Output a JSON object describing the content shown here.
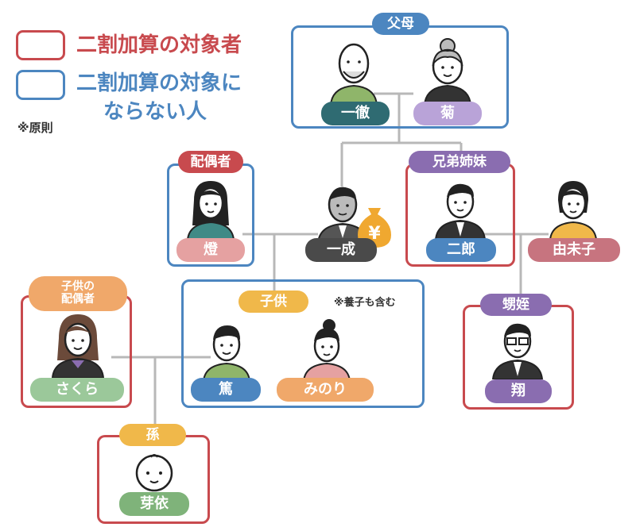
{
  "legend": {
    "target_label": "二割加算の対象者",
    "non_target_label_line1": "二割加算の対象に",
    "non_target_label_line2": "ならない人",
    "principle_note": "※原則",
    "target_color": "#c84a4e",
    "non_target_color": "#4c86c0"
  },
  "groups": {
    "parents": {
      "tag": "父母",
      "color": "#4c86c0",
      "tag_color": "#4c86c0"
    },
    "spouse": {
      "tag": "配偶者",
      "color": "#4c86c0",
      "tag_color": "#c84a4e"
    },
    "siblings": {
      "tag": "兄弟姉妹",
      "color": "#c84a4e",
      "tag_color": "#8a6db0"
    },
    "children": {
      "tag": "子供",
      "color": "#4c86c0",
      "tag_color": "#f0b84a",
      "note": "※養子も含む"
    },
    "child_spouse": {
      "tag_line1": "子供の",
      "tag_line2": "配偶者",
      "color": "#c84a4e",
      "tag_color": "#f0a86a"
    },
    "nephew_niece": {
      "tag": "甥姪",
      "color": "#c84a4e",
      "tag_color": "#8a6db0"
    },
    "grandchild": {
      "tag": "孫",
      "color": "#c84a4e",
      "tag_color": "#f0b84a"
    }
  },
  "people": {
    "father": {
      "name": "一徹",
      "color": "#2f6b72"
    },
    "mother": {
      "name": "菊",
      "color": "#b9a3d8"
    },
    "spouse": {
      "name": "燈",
      "color": "#e5a1a1"
    },
    "deceased": {
      "name": "一成",
      "color": "#4a4a4a"
    },
    "brother": {
      "name": "二郎",
      "color": "#4c86c0"
    },
    "brother_spouse": {
      "name": "由未子",
      "color": "#c7747f"
    },
    "child_spouse": {
      "name": "さくら",
      "color": "#9bc89a"
    },
    "son": {
      "name": "篤",
      "color": "#4c86c0"
    },
    "daughter": {
      "name": "みのり",
      "color": "#f0a86a"
    },
    "nephew": {
      "name": "翔",
      "color": "#8a6db0"
    },
    "grandchild": {
      "name": "芽依",
      "color": "#7fb37a"
    }
  },
  "money_bag": {
    "symbol": "¥",
    "color": "#f0a830"
  }
}
